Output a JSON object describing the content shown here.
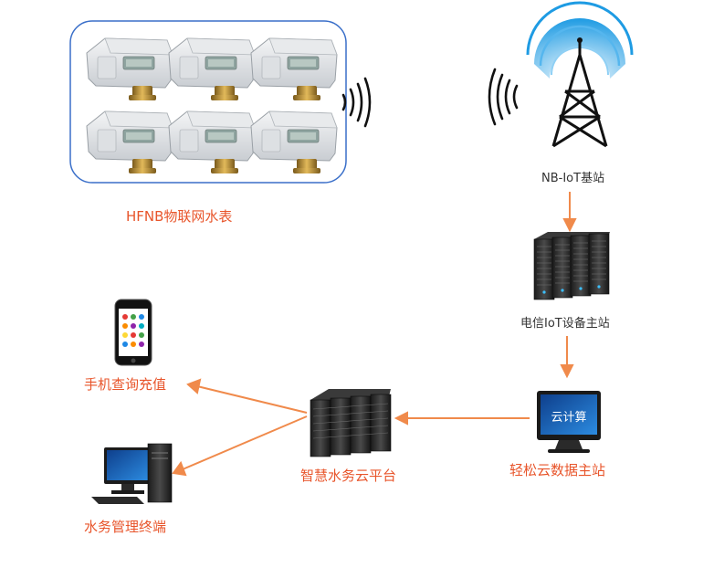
{
  "meter_group": {
    "label": "HFNB物联网水表",
    "count": 6
  },
  "base_station": {
    "label": "NB-IoT基站"
  },
  "telecom_master": {
    "label": "电信IoT设备主站"
  },
  "cloud_master": {
    "label": "轻松云数据主站",
    "screen_text": "云计算"
  },
  "smart_platform": {
    "label": "智慧水务云平台"
  },
  "mobile": {
    "label": "手机查询充值"
  },
  "terminal": {
    "label": "水务管理终端"
  },
  "colors": {
    "accent": "#e8552b",
    "box_border": "#3a6fc9",
    "signal": "#1e9be3"
  }
}
